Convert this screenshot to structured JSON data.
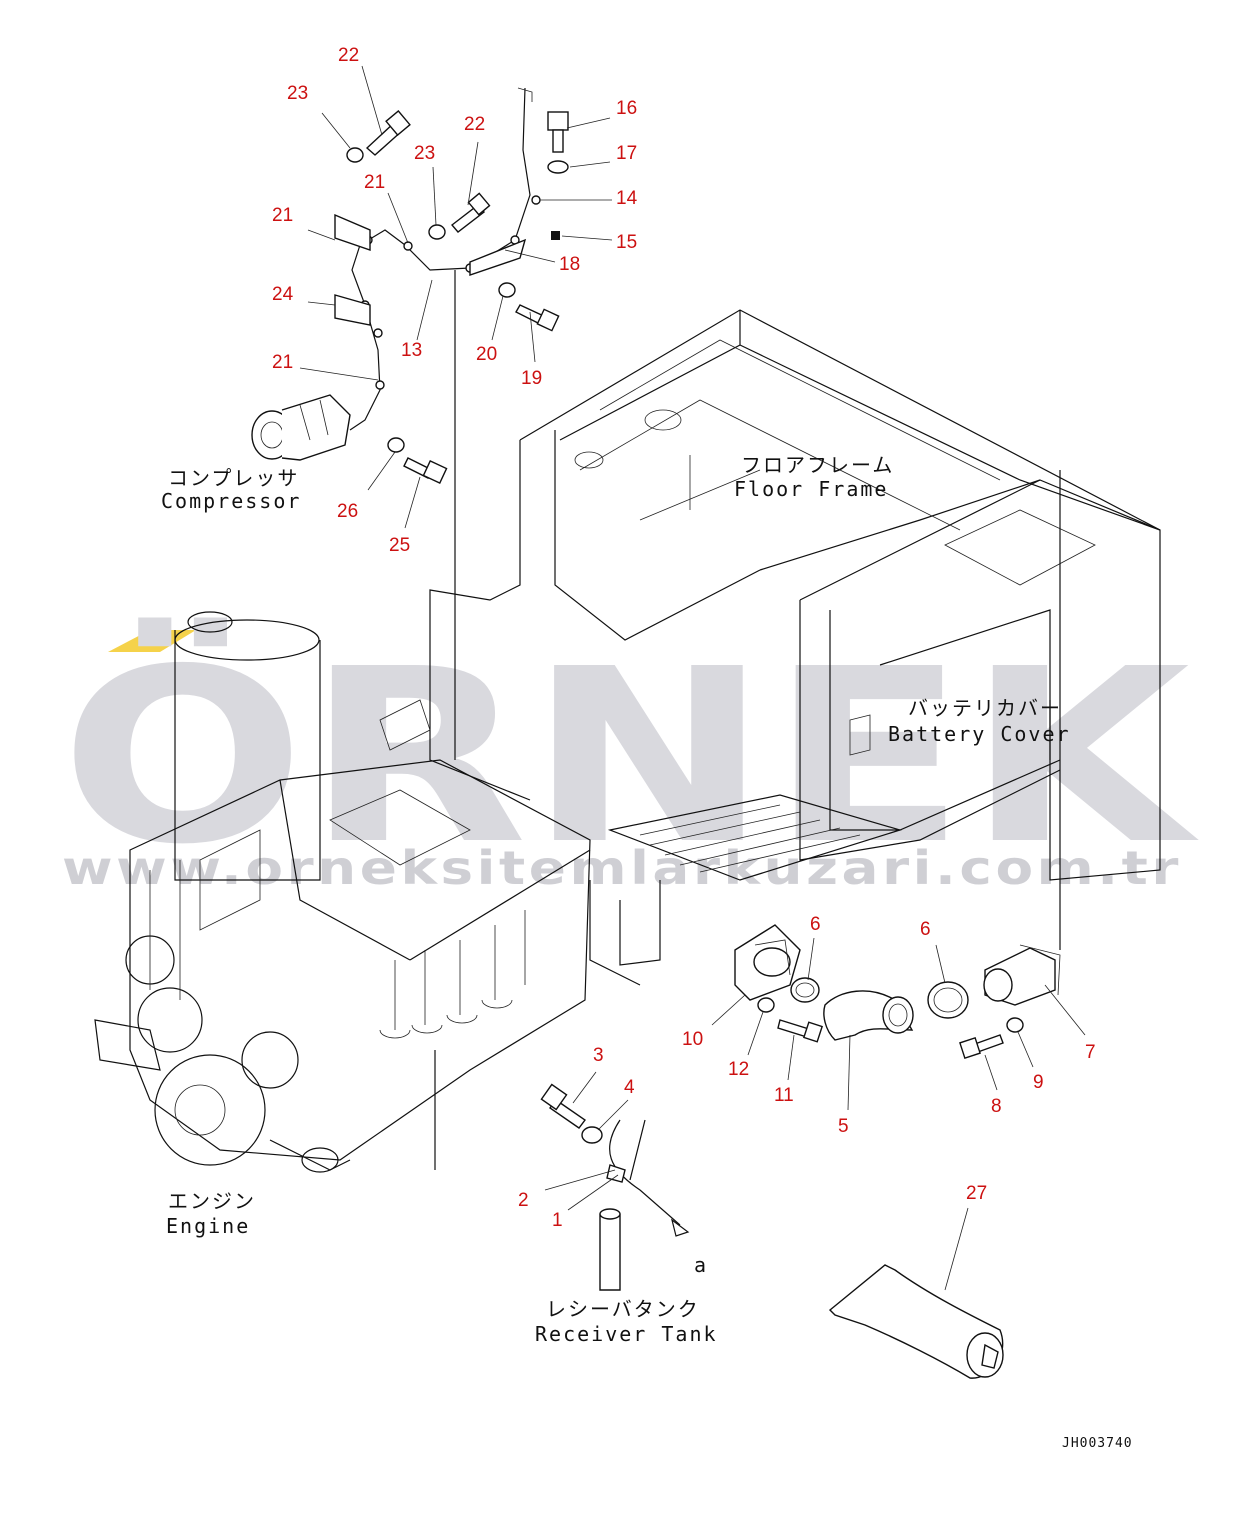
{
  "drawing_code": "JH003740",
  "watermark": {
    "brand": "ÖRNEK",
    "url": "www.orneksitemlarkuzari.com.tr"
  },
  "colors": {
    "callout": "#cc1111",
    "line": "#111111",
    "watermark": "#d9d9de",
    "watermark_accent": "#f5d24a"
  },
  "labels": {
    "compressor_jp": "コンプレッサ",
    "compressor_en": "Compressor",
    "floor_jp": "フロアフレーム",
    "floor_en": "Floor Frame",
    "battery_jp": "バッテリカバー",
    "battery_en": "Battery Cover",
    "engine_jp": "エンジン",
    "engine_en": "Engine",
    "receiver_jp": "レシーバタンク",
    "receiver_en": "Receiver Tank",
    "arrow_a": "a"
  },
  "callouts": {
    "c22a": "22",
    "c23a": "23",
    "c22b": "22",
    "c23b": "23",
    "c21a": "21",
    "c21b": "21",
    "c24": "24",
    "c21c": "21",
    "c13": "13",
    "c16": "16",
    "c17": "17",
    "c14": "14",
    "c15": "15",
    "c18": "18",
    "c20": "20",
    "c19": "19",
    "c26": "26",
    "c25": "25",
    "c6a": "6",
    "c6b": "6",
    "c10": "10",
    "c12": "12",
    "c11": "11",
    "c5": "5",
    "c8": "8",
    "c9": "9",
    "c7": "7",
    "c3": "3",
    "c4": "4",
    "c2": "2",
    "c1": "1",
    "c27": "27"
  }
}
